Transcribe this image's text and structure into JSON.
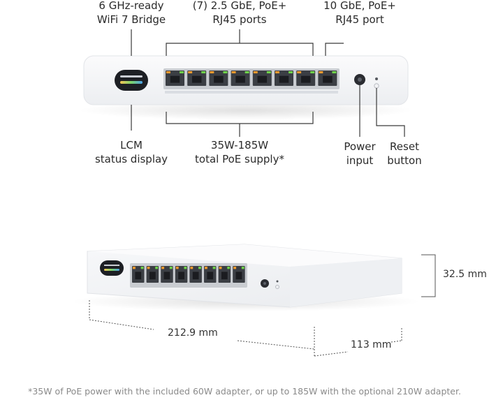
{
  "callouts": {
    "wifi_bridge": [
      "6 GHz-ready",
      "WiFi 7 Bridge"
    ],
    "ports_25g": [
      "(7) 2.5 GbE, PoE+",
      "RJ45 ports"
    ],
    "port_10g": [
      "10 GbE, PoE+",
      "RJ45 port"
    ],
    "lcm": [
      "LCM",
      "status display"
    ],
    "poe_supply": [
      "35W-185W",
      "total PoE supply*"
    ],
    "power_input": [
      "Power",
      "input"
    ],
    "reset_button": [
      "Reset",
      "button"
    ]
  },
  "dimensions": {
    "height": "32.5 mm",
    "width": "212.9 mm",
    "depth": "113 mm"
  },
  "footnote": "*35W of PoE power with the included 60W adapter, or up to 185W with the optional 210W adapter.",
  "colors": {
    "port_led_orange": "#f39a2e",
    "port_led_green": "#6fd24a",
    "device_body": "#f4f5f7",
    "callout_line": "#3a3a3a"
  }
}
